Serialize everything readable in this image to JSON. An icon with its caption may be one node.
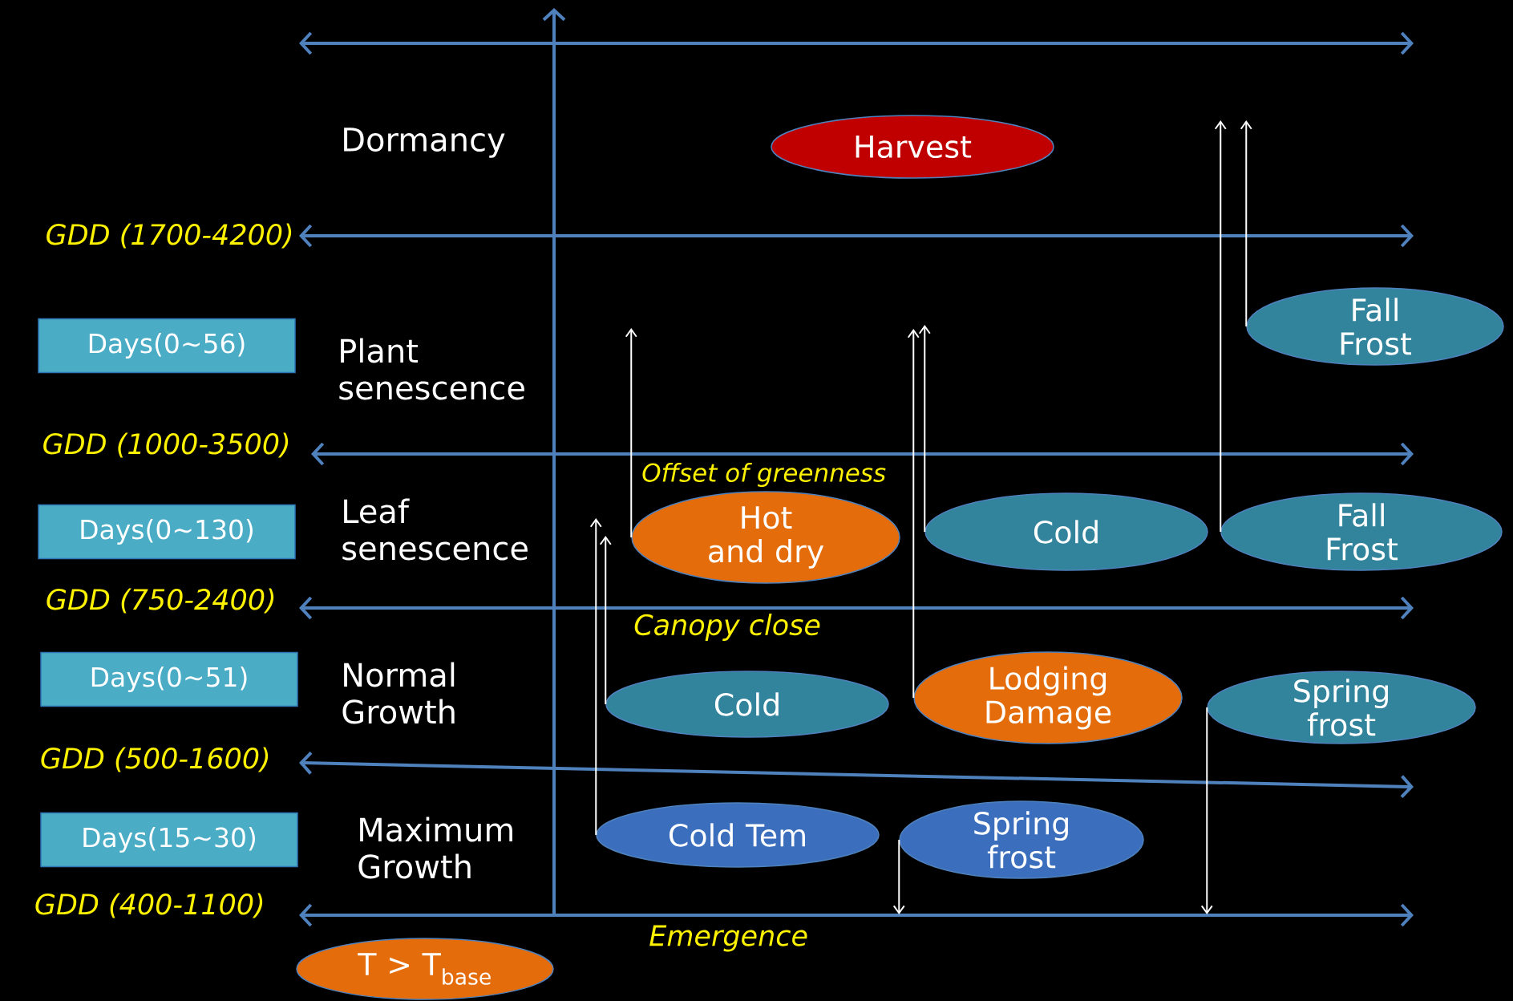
{
  "diagram": {
    "nodes": [
      {
        "text": [
          "Harvest"
        ]
      },
      {
        "text": [
          "Days(0~56)"
        ]
      },
      {
        "text": [
          "Fall Frost"
        ]
      },
      {
        "text": [
          "Days(0~130)"
        ]
      },
      {
        "text": [
          "Hot and dry"
        ]
      },
      {
        "text": [
          "Cold"
        ]
      },
      {
        "text": [
          "Fall Frost"
        ]
      },
      {
        "text": [
          "Days(0~51)"
        ]
      },
      {
        "text": [
          "Cold"
        ]
      },
      {
        "text": [
          "Lodging Damage"
        ]
      },
      {
        "text": [
          "Spring frost"
        ]
      },
      {
        "text": [
          "Days(15~30)"
        ]
      },
      {
        "text": [
          "Cold Tem"
        ]
      },
      {
        "text": [
          "Spring frost"
        ]
      },
      {
        "text": [
          "T > T$_{base}$"
        ]
      }
    ],
    "edges": [
      {
        "from": 4,
        "to": null,
        "arrow": "to"
      },
      {
        "from": 5,
        "to": null,
        "arrow": "to"
      },
      {
        "from": 9,
        "to": null,
        "arrow": "to"
      },
      {
        "from": 6,
        "to": null,
        "arrow": "to"
      },
      {
        "from": 2,
        "to": null,
        "arrow": "to"
      },
      {
        "from": 8,
        "to": null,
        "arrow": "to"
      },
      {
        "from": 12,
        "to": null,
        "arrow": "to"
      },
      {
        "from": 13,
        "to": null,
        "arrow": "to"
      },
      {
        "from": 10,
        "to": null,
        "arrow": "to"
      }
    ],
    "labels": [
      "Dormancy",
      "GDD (1700-4200)",
      "Plant senescence",
      "GDD (1000-3500)",
      "Offset of greenness",
      "Leaf senescence",
      "GDD (750-2400)",
      "Canopy close",
      "Normal Growth",
      "GDD (500-1600)",
      "Maximum Growth",
      "GDD (400-1100)",
      "Emergence"
    ]
  }
}
